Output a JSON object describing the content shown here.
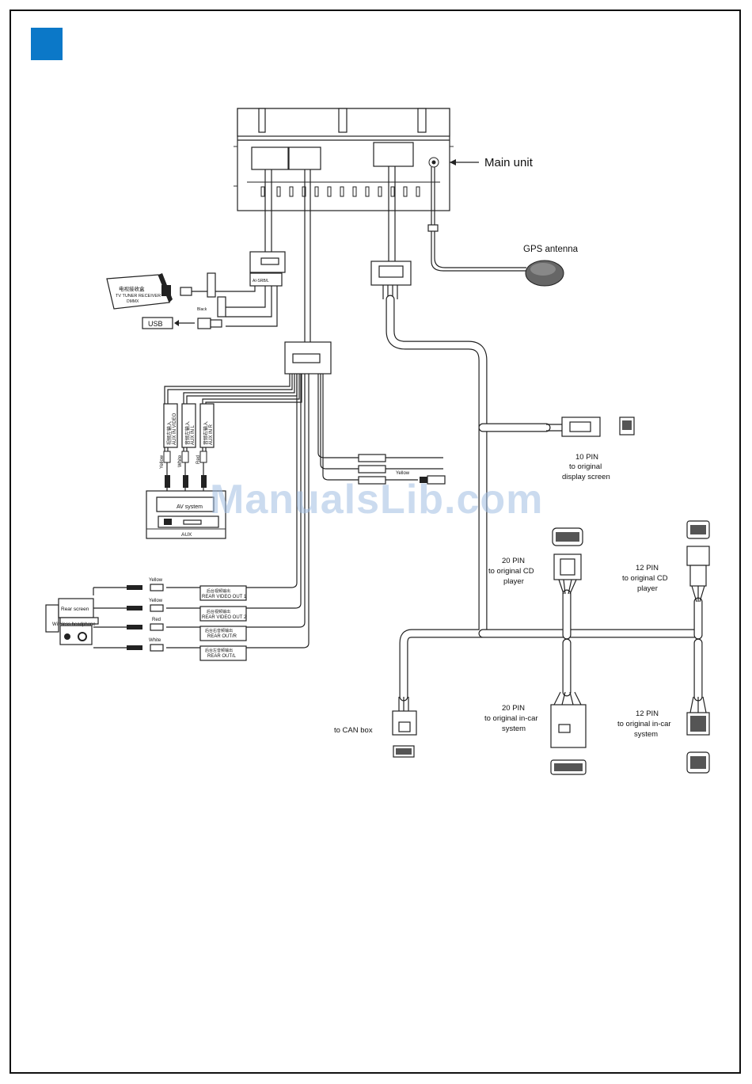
{
  "page": {
    "brand_color": "#0b78c8",
    "watermark": "ManualsLib.com"
  },
  "diagram": {
    "main_unit": {
      "label": "Main unit"
    },
    "gps": {
      "label": "GPS antenna"
    },
    "tv_tuner": {
      "cn": "电视接收盒",
      "en_line1": "TV TUNER RECEIVER",
      "en_line2": "DMMX"
    },
    "usb": {
      "label": "USB"
    },
    "aux_in": {
      "video_cn": "视频左输入",
      "video": "AUX IN VIDEO",
      "left_cn": "音频左输入",
      "left": "AUX IN L",
      "right_cn": "音频右输入",
      "right": "AUX IN R"
    },
    "colors": {
      "yellow": "Yellow",
      "white": "White",
      "red": "Red",
      "black": "Black"
    },
    "av_system": {
      "label": "AV system",
      "aux": "AUX"
    },
    "rear": {
      "screen": "Rear screen",
      "headphone": "Wireless headphone",
      "video1_cn": "后台视频输出",
      "video1": "REAR VIDEO OUT 1",
      "video2_cn": "后台视频输出",
      "video2": "REAR VIDEO OUT 2",
      "audio_r_cn": "后台右音频输出",
      "audio_r": "REAR OUT/R",
      "audio_l_cn": "后台左音频输出",
      "audio_l": "REAR OUT/L"
    },
    "pin10": {
      "pins": "10 PIN",
      "line2": "to original",
      "line3": "display screen"
    },
    "pin20_cd": {
      "pins": "20 PIN",
      "line2": "to original CD",
      "line3": "player"
    },
    "pin12_cd": {
      "pins": "12 PIN",
      "line2": "to original CD",
      "line3": "player"
    },
    "can_box": {
      "label": "to CAN box"
    },
    "pin20_car": {
      "pins": "20 PIN",
      "line2": "to original in-car",
      "line3": "system"
    },
    "pin12_car": {
      "pins": "12 PIN",
      "line2": "to original in-car",
      "line3": "system"
    }
  }
}
